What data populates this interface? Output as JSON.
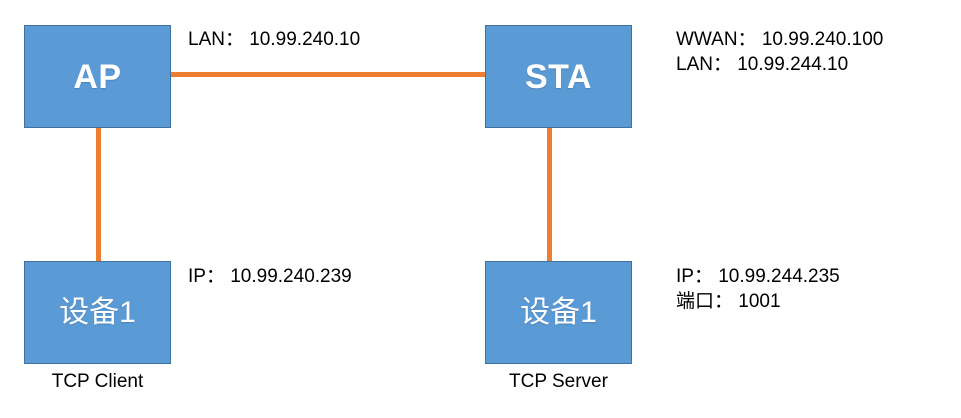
{
  "diagram": {
    "title": "AP-STA TCP connection topology",
    "colors": {
      "node_fill": "#5B9BD5",
      "node_border": "#41719C",
      "node_text": "#FFFFFF",
      "link": "#ED7D31",
      "annotation_text": "#000000",
      "background": "#FFFFFF"
    },
    "nodes": [
      {
        "id": "ap",
        "label": "AP",
        "script": "latin"
      },
      {
        "id": "sta",
        "label": "STA",
        "script": "latin"
      },
      {
        "id": "device-left",
        "label": "设备1",
        "script": "cjk"
      },
      {
        "id": "device-right",
        "label": "设备1",
        "script": "cjk"
      }
    ],
    "captions": [
      {
        "id": "tcp-client",
        "text": "TCP Client"
      },
      {
        "id": "tcp-server",
        "text": "TCP Server"
      }
    ],
    "annotations": {
      "ap_link": {
        "lines": [
          "LAN： 10.99.240.10"
        ]
      },
      "sta_info": {
        "lines": [
          "WWAN： 10.99.240.100",
          "LAN： 10.99.244.10"
        ]
      },
      "device_left_info": {
        "lines": [
          "IP： 10.99.240.239"
        ]
      },
      "device_right_info": {
        "lines": [
          "IP： 10.99.244.235",
          "端口： 1001"
        ]
      }
    },
    "links": [
      {
        "id": "ap-to-sta",
        "from": "ap",
        "to": "sta",
        "orientation": "horizontal"
      },
      {
        "id": "ap-to-device-left",
        "from": "ap",
        "to": "device-left",
        "orientation": "vertical"
      },
      {
        "id": "sta-to-device-right",
        "from": "sta",
        "to": "device-right",
        "orientation": "vertical"
      }
    ]
  }
}
